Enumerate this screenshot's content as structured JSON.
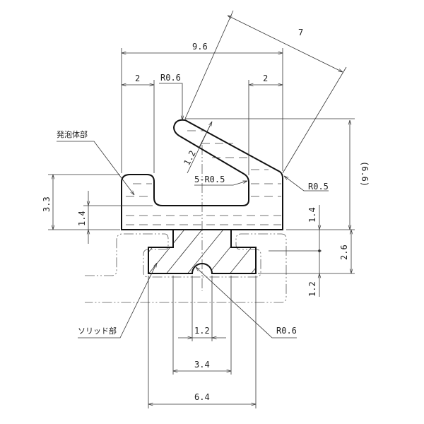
{
  "drawing": {
    "labels": {
      "foam_part": "発泡体部",
      "solid_part": "ソリッド部"
    },
    "dimensions": {
      "overall_width": "9.6",
      "left_wall": "2",
      "right_wall": "2",
      "tip_radius": "R0.6",
      "lip_length": "7",
      "lip_thickness": "1.2",
      "inner_radii": "5-R0.5",
      "corner_radius": "R0.5",
      "overall_height": "(6.6)",
      "left_height": "3.3",
      "base_thickness_left": "1.4",
      "base_thickness_right": "1.4",
      "solid_height": "2.6",
      "flange_thickness": "1.2",
      "notch_width": "1.2",
      "notch_radius": "R0.6",
      "stem_width": "3.4",
      "flange_width": "6.4"
    }
  }
}
